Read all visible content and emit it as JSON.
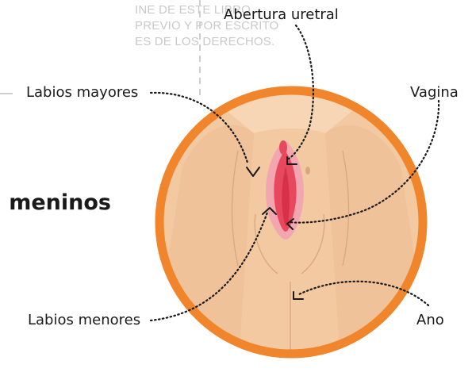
{
  "watermark": {
    "lines": [
      "INE DE ESTE LIBRO",
      "PREVIO Y POR ESCRITO",
      "ES DE LOS DERECHOS."
    ]
  },
  "heading_fragment": "meninos",
  "labels": {
    "urethral_opening": "Abertura uretral",
    "labia_majora": "Labios mayores",
    "vagina": "Vagina",
    "labia_minora": "Labios menores",
    "anus": "Ano"
  },
  "colors": {
    "ring": "#f0852b",
    "skin": "#f2c9a0",
    "skin_shadow": "#e0b28a",
    "outer_labia": "#f2a7b0",
    "inner_labia": "#e8485e",
    "pointer": "#1a1a1a"
  }
}
